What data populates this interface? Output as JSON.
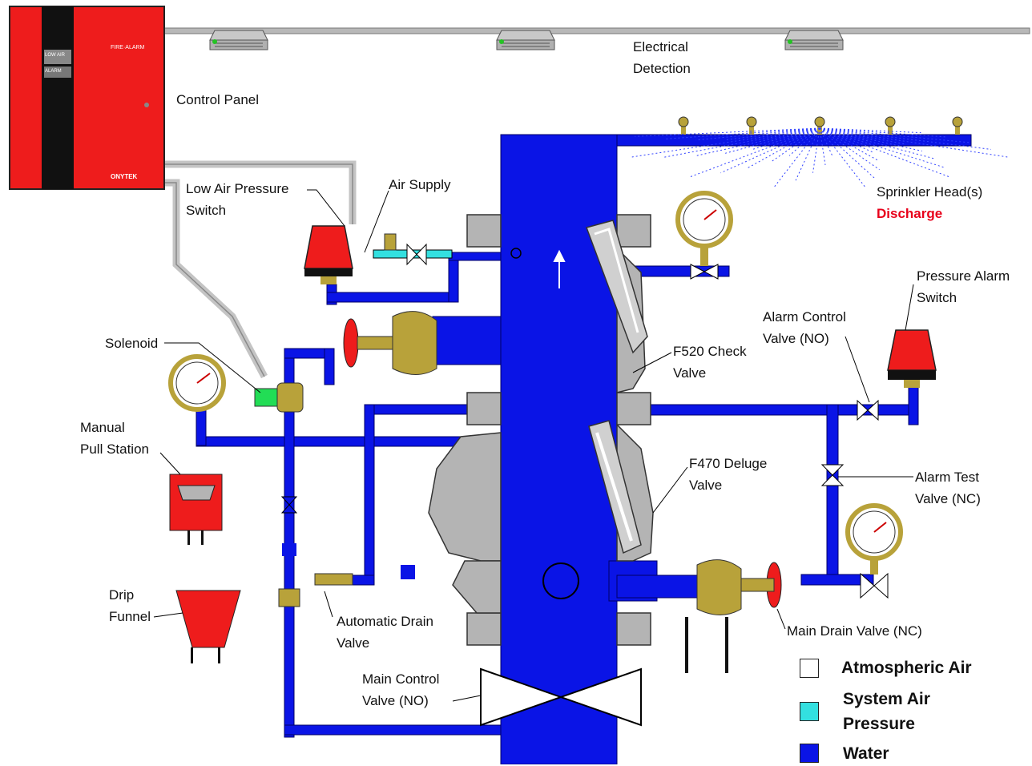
{
  "panel": {
    "brand": "FIRE·ALARM",
    "bottom_text": "ONYTEK",
    "module_a": "LOW AIR",
    "module_b": "ALARM"
  },
  "labels": {
    "control_panel": "Control Panel",
    "electrical_detection_1": "Electrical",
    "electrical_detection_2": "Detection",
    "low_air_1": "Low Air Pressure",
    "low_air_2": "Switch",
    "air_supply": "Air Supply",
    "sprinkler_1": "Sprinkler Head(s)",
    "sprinkler_2": "Discharge",
    "pressure_alarm_1": "Pressure Alarm",
    "pressure_alarm_2": "Switch",
    "alarm_control_1": "Alarm Control",
    "alarm_control_2": "Valve (NO)",
    "solenoid": "Solenoid",
    "check_1": "F520 Check",
    "check_2": "Valve",
    "manual_1": "Manual",
    "manual_2": "Pull Station",
    "deluge_1": "F470 Deluge",
    "deluge_2": "Valve",
    "alarm_test_1": "Alarm Test",
    "alarm_test_2": "Valve (NC)",
    "drip_1": "Drip",
    "drip_2": "Funnel",
    "auto_drain_1": "Automatic Drain",
    "auto_drain_2": "Valve",
    "main_drain": "Main Drain Valve (NC)",
    "main_control_1": "Main Control",
    "main_control_2": "Valve (NO)"
  },
  "legend": [
    {
      "label_1": "Atmospheric Air",
      "label_2": "",
      "color": "#ffffff"
    },
    {
      "label_1": "System Air",
      "label_2": "Pressure",
      "color": "#33e0e0"
    },
    {
      "label_1": "Water",
      "label_2": "",
      "color": "#0a14e6"
    }
  ],
  "colors": {
    "water": "#0a14e6",
    "air": "#33e0e0",
    "panel": "#ee1c1c",
    "gray": "#b4b4b4",
    "brass": "#b8a23a"
  }
}
